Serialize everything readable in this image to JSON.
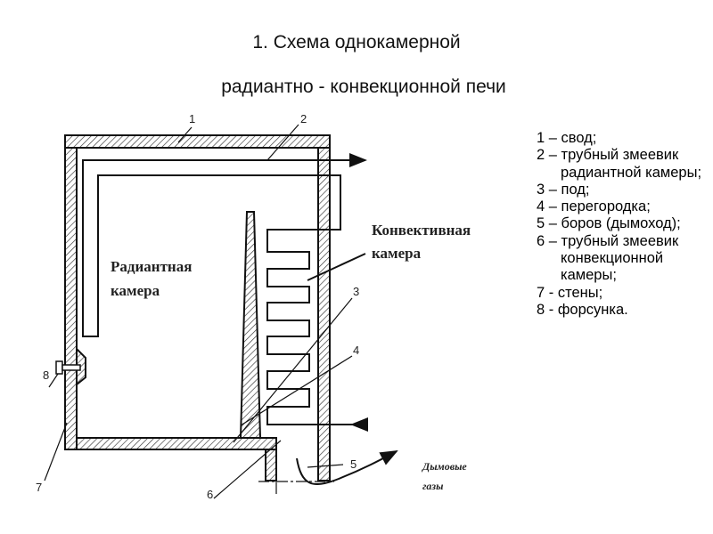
{
  "title_line1": "1. Схема однокамерной",
  "title_line2": "радиантно - конвекционной печи",
  "diagram": {
    "radiant_label": [
      "Радиантная",
      "камера"
    ],
    "convective_label": [
      "Конвективная",
      "камера"
    ],
    "smoke_label": [
      "Дымовые",
      "газы"
    ],
    "callouts": [
      "1",
      "2",
      "3",
      "4",
      "5",
      "6",
      "7",
      "8"
    ]
  },
  "legend": [
    "1 – свод;",
    "2 – трубный змеевик радиантной камеры;",
    "3 – под;",
    "4 – перегородка;",
    "5 – боров (дымоход);",
    "6 – трубный змеевик конвекционной камеры;",
    "7 - стены;",
    "8 - форсунка."
  ]
}
